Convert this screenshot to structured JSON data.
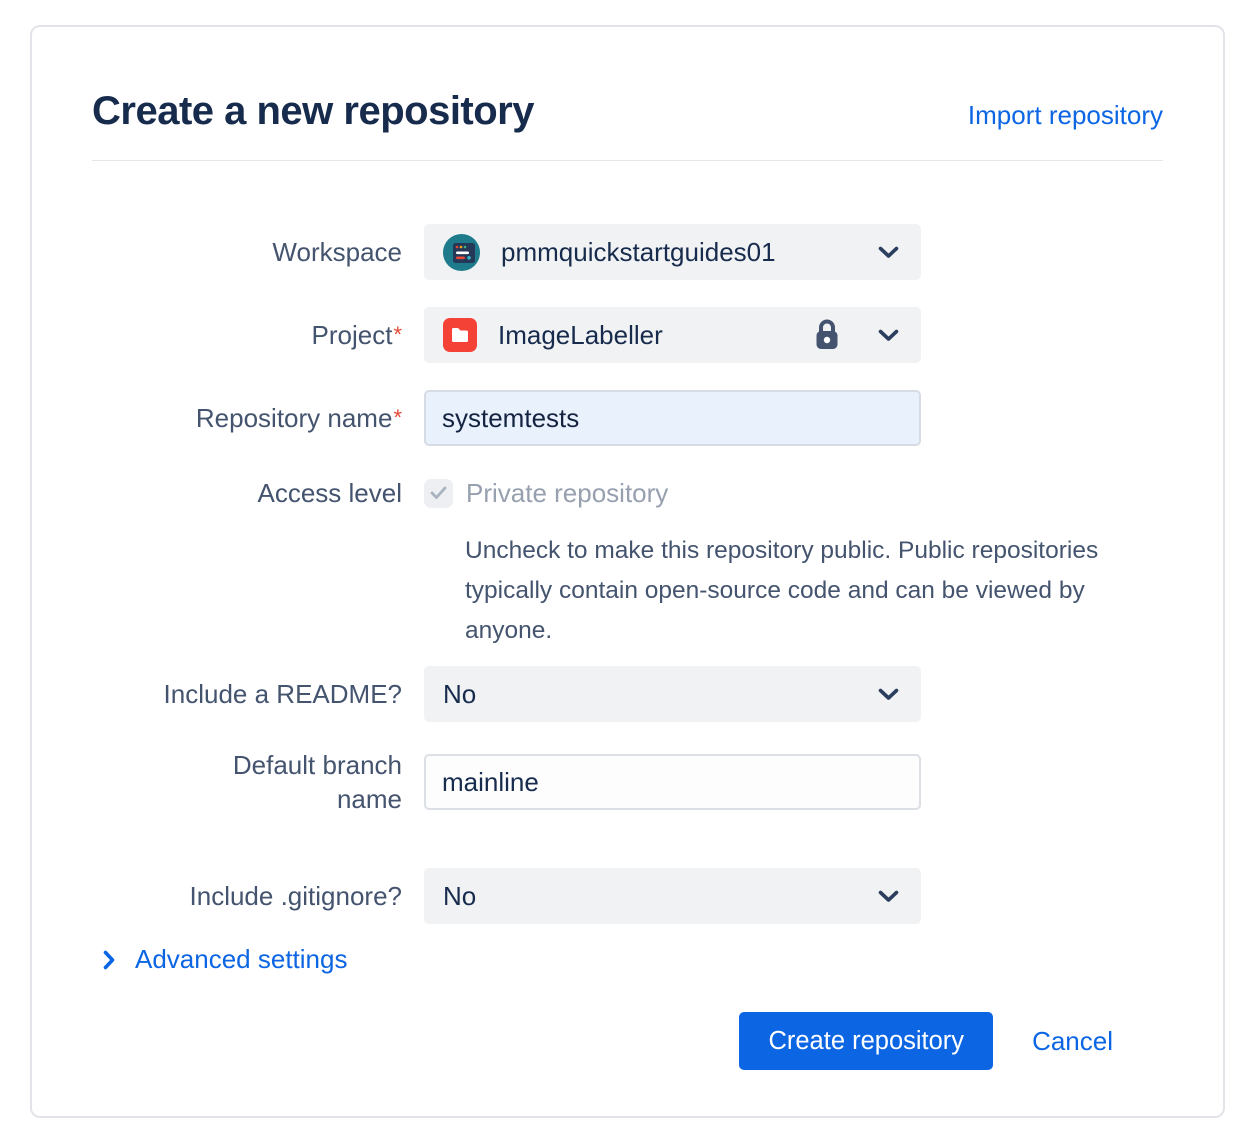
{
  "dialog": {
    "title": "Create a new repository",
    "import_link": "Import repository",
    "required_marker": "*",
    "fields": {
      "workspace": {
        "label": "Workspace",
        "value": "pmmquickstartguides01"
      },
      "project": {
        "label": "Project",
        "value": "ImageLabeller",
        "locked": true
      },
      "repo_name": {
        "label": "Repository name",
        "value": "systemtests"
      },
      "access_level": {
        "label": "Access level",
        "checkbox_label": "Private repository",
        "checked": true,
        "help": "Uncheck to make this repository public. Public repositories typically contain open‑source code and can be viewed by anyone."
      },
      "readme": {
        "label": "Include a README?",
        "value": "No"
      },
      "default_branch": {
        "label_lines": [
          "Default branch",
          "name"
        ],
        "value": "mainline"
      },
      "gitignore": {
        "label": "Include .gitignore?",
        "value": "No"
      }
    },
    "advanced_settings": "Advanced settings",
    "actions": {
      "create": "Create repository",
      "cancel": "Cancel"
    },
    "colors": {
      "accent_blue": "#0C66E4",
      "title_navy": "#172B4D",
      "label_slate": "#44546F",
      "required_red": "#E34935",
      "field_gray": "#F1F2F4",
      "repo_input_bg": "#E9F1FD",
      "card_border": "#E2E4E9",
      "avatar_teal": "#1E7B8C",
      "project_red": "#F44336",
      "disabled_text": "#97A0AF"
    }
  }
}
